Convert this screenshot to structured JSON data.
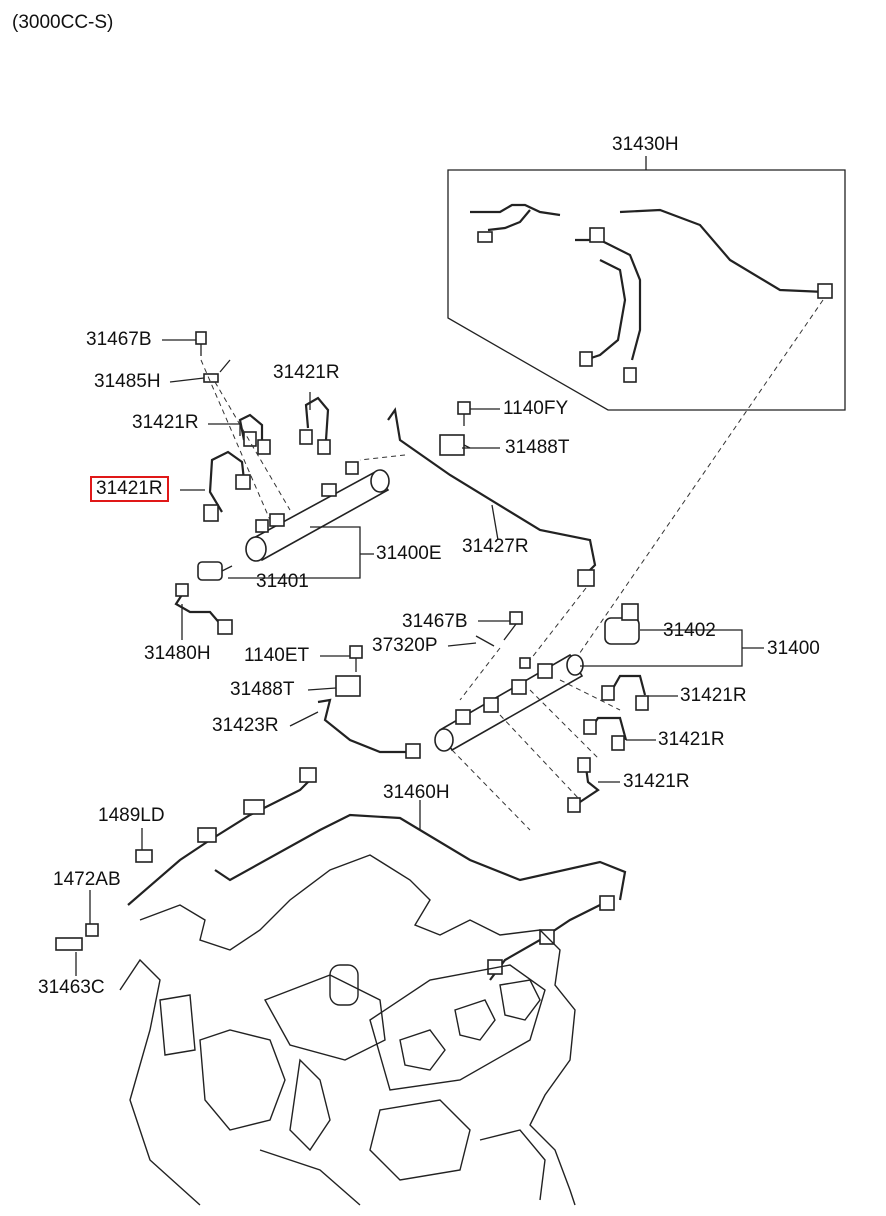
{
  "header": {
    "variant": "(3000CC-S)"
  },
  "parts": [
    {
      "id": "31430H",
      "label": "31430H",
      "highlighted": false
    },
    {
      "id": "31467B_a",
      "label": "31467B",
      "highlighted": false
    },
    {
      "id": "31485H",
      "label": "31485H",
      "highlighted": false
    },
    {
      "id": "31421R_a",
      "label": "31421R",
      "highlighted": false
    },
    {
      "id": "31421R_b",
      "label": "31421R",
      "highlighted": false
    },
    {
      "id": "1140FY",
      "label": "1140FY",
      "highlighted": false
    },
    {
      "id": "31488T_a",
      "label": "31488T",
      "highlighted": false
    },
    {
      "id": "31421R_c",
      "label": "31421R",
      "highlighted": true
    },
    {
      "id": "31400E",
      "label": "31400E",
      "highlighted": false
    },
    {
      "id": "31427R",
      "label": "31427R",
      "highlighted": false
    },
    {
      "id": "31401",
      "label": "31401",
      "highlighted": false
    },
    {
      "id": "31467B_b",
      "label": "31467B",
      "highlighted": false
    },
    {
      "id": "31402",
      "label": "31402",
      "highlighted": false
    },
    {
      "id": "31400",
      "label": "31400",
      "highlighted": false
    },
    {
      "id": "31480H",
      "label": "31480H",
      "highlighted": false
    },
    {
      "id": "1140ET",
      "label": "1140ET",
      "highlighted": false
    },
    {
      "id": "37320P",
      "label": "37320P",
      "highlighted": false
    },
    {
      "id": "31488T_b",
      "label": "31488T",
      "highlighted": false
    },
    {
      "id": "31421R_d",
      "label": "31421R",
      "highlighted": false
    },
    {
      "id": "31423R",
      "label": "31423R",
      "highlighted": false
    },
    {
      "id": "31421R_e",
      "label": "31421R",
      "highlighted": false
    },
    {
      "id": "31421R_f",
      "label": "31421R",
      "highlighted": false
    },
    {
      "id": "31460H",
      "label": "31460H",
      "highlighted": false
    },
    {
      "id": "1489LD",
      "label": "1489LD",
      "highlighted": false
    },
    {
      "id": "1472AB",
      "label": "1472AB",
      "highlighted": false
    },
    {
      "id": "31463C",
      "label": "31463C",
      "highlighted": false
    }
  ],
  "colors": {
    "highlight": "#e01818",
    "line": "#222222"
  }
}
